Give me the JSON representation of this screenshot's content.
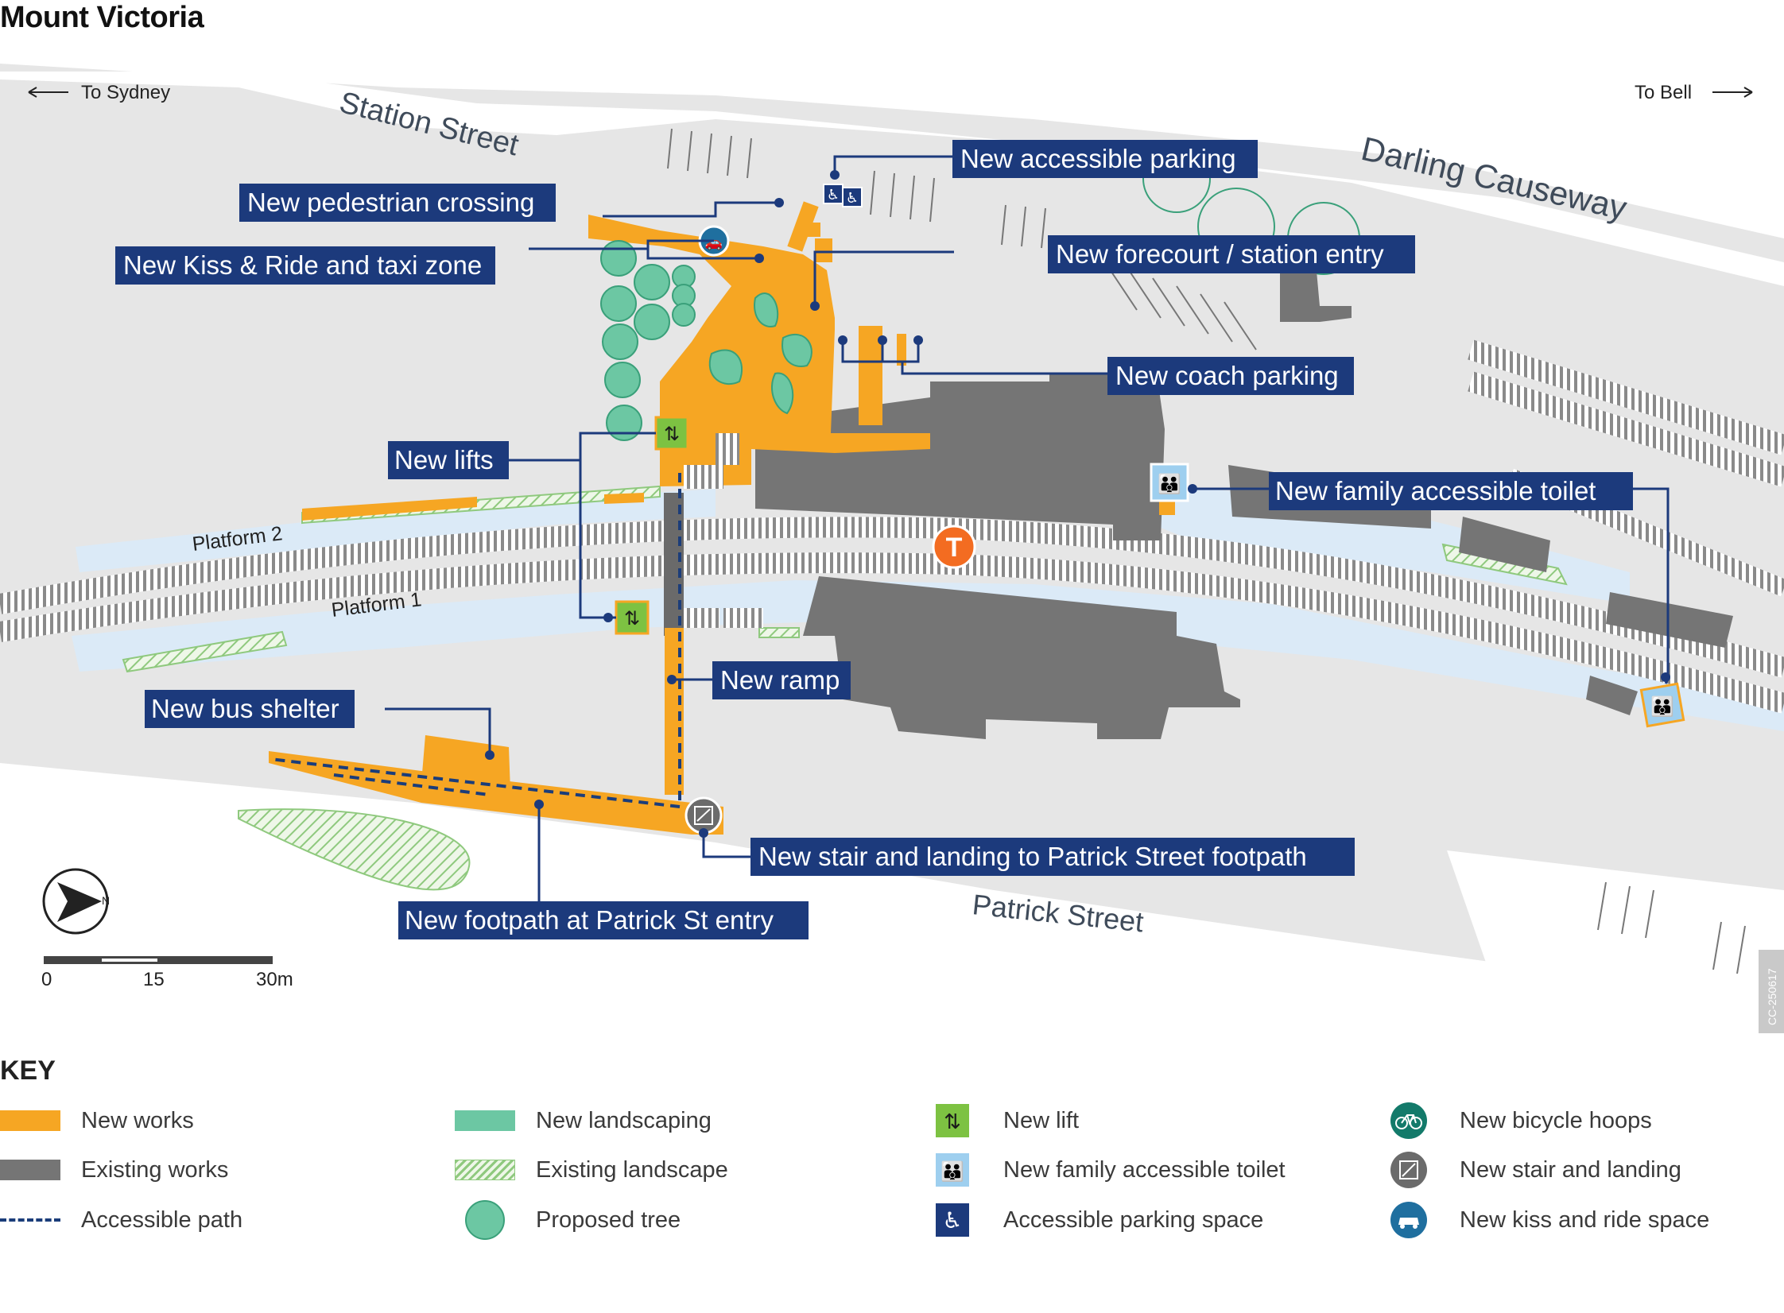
{
  "title": "Mount Victoria",
  "directions": {
    "left": "To Sydney",
    "right": "To Bell"
  },
  "streets": {
    "station_street": "Station Street",
    "darling_causeway": "Darling Causeway",
    "patrick_street": "Patrick Street"
  },
  "platforms": {
    "platform_2": "Platform 2",
    "platform_1": "Platform 1"
  },
  "callouts": {
    "new_accessible_parking": "New accessible parking",
    "new_pedestrian_crossing": "New pedestrian crossing",
    "new_kiss_ride": "New Kiss & Ride and taxi zone",
    "new_forecourt": "New forecourt / station entry",
    "new_coach_parking": "New coach parking",
    "new_lifts": "New lifts",
    "new_family_toilet": "New family accessible toilet",
    "new_ramp": "New ramp",
    "new_bus_shelter": "New bus shelter",
    "new_stair_landing": "New stair and landing to Patrick Street footpath",
    "new_footpath": "New footpath at Patrick St entry"
  },
  "scale": {
    "label_0": "0",
    "label_15": "15",
    "label_30": "30m"
  },
  "ref_code": "CC-250617",
  "station_symbol": "T",
  "key": {
    "title": "KEY",
    "items": [
      {
        "label": "New works",
        "icon": "orange-swatch"
      },
      {
        "label": "Existing works",
        "icon": "grey-swatch"
      },
      {
        "label": "Accessible path",
        "icon": "dashed-line"
      },
      {
        "label": "New landscaping",
        "icon": "green-swatch"
      },
      {
        "label": "Existing landscape",
        "icon": "hatch-swatch"
      },
      {
        "label": "Proposed tree",
        "icon": "tree-circle"
      },
      {
        "label": "New lift",
        "icon": "lift-icon"
      },
      {
        "label": "New family accessible toilet",
        "icon": "family-toilet-icon"
      },
      {
        "label": "Accessible parking space",
        "icon": "accessible-parking-icon"
      },
      {
        "label": "New bicycle hoops",
        "icon": "bicycle-icon"
      },
      {
        "label": "New stair and landing",
        "icon": "stair-icon"
      },
      {
        "label": "New kiss and ride space",
        "icon": "car-icon"
      }
    ]
  },
  "colors": {
    "new_works": "#f6a623",
    "existing_works": "#757575",
    "callout_bg": "#1c3a7c",
    "platform": "#dbeaf7",
    "landscape": "#6cc7a3",
    "map_bg": "#e6e6e6"
  }
}
